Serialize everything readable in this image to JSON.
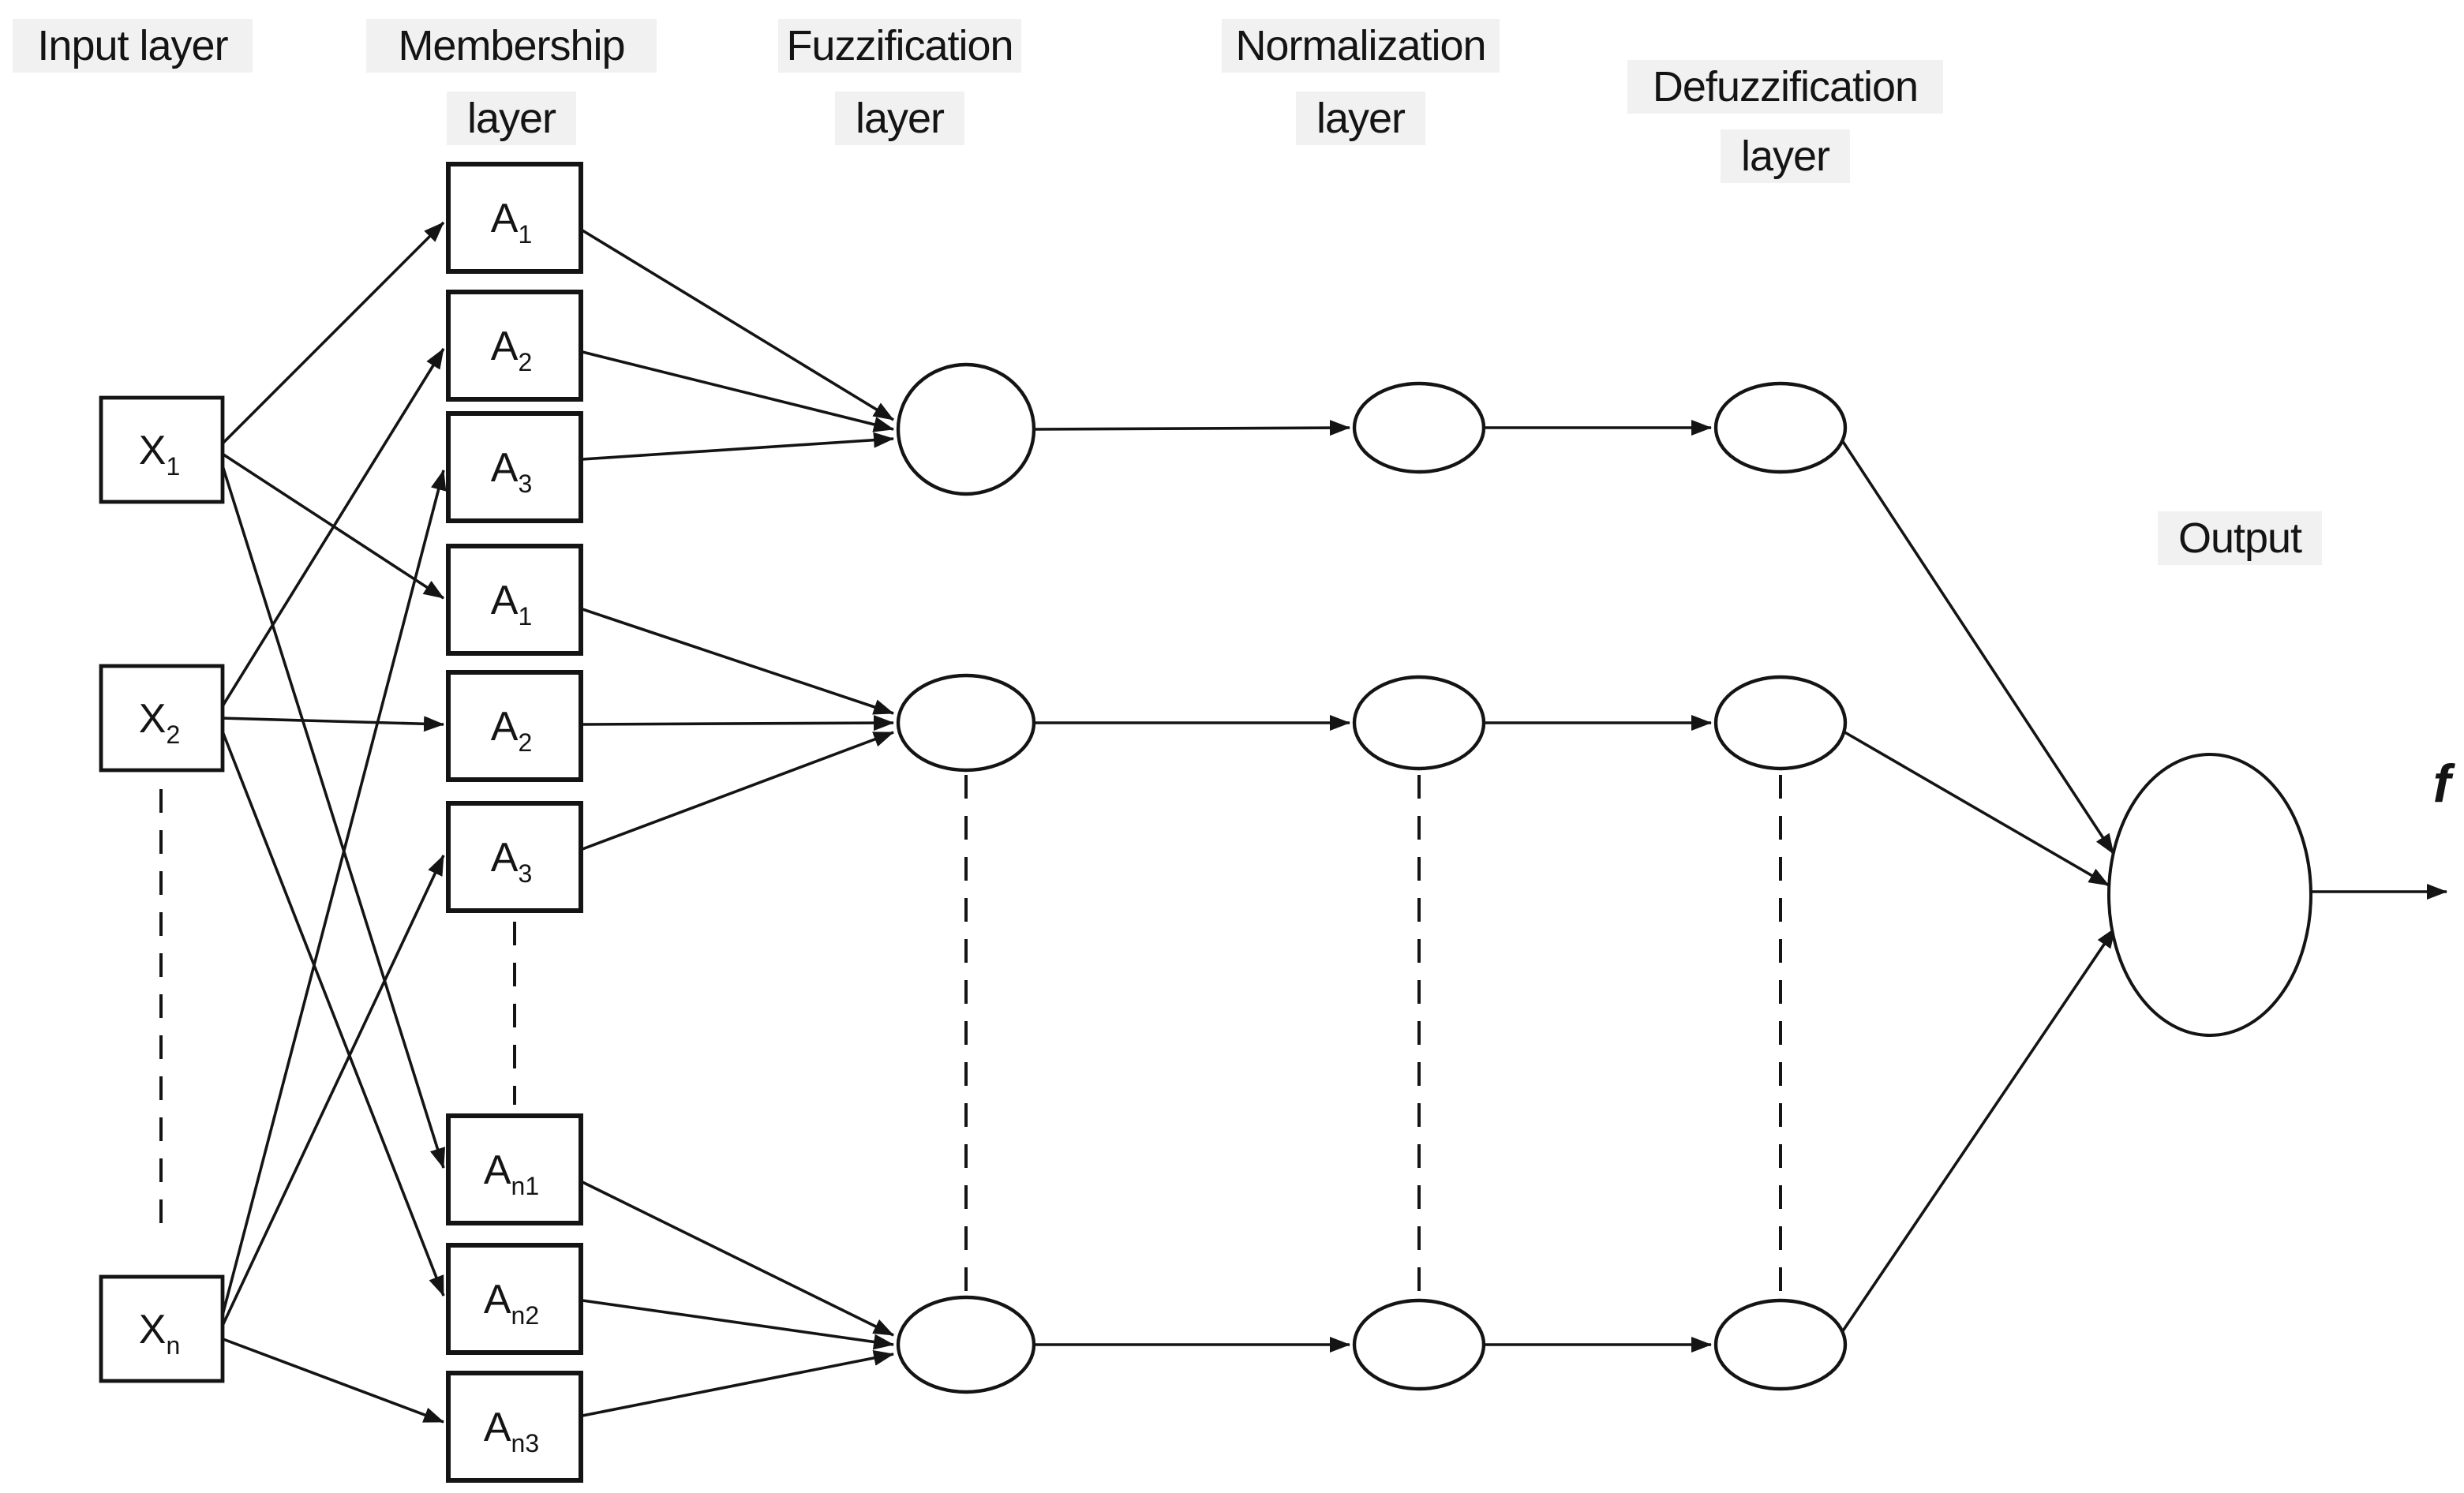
{
  "headers": {
    "input": {
      "line1": "Input layer"
    },
    "membership": {
      "line1": "Membership",
      "line2": "layer"
    },
    "fuzzification": {
      "line1": "Fuzzification",
      "line2": "layer"
    },
    "normalization": {
      "line1": "Normalization",
      "line2": "layer"
    },
    "defuzzification": {
      "line1": "Defuzzification",
      "line2": "layer"
    },
    "output": {
      "line1": "Output"
    }
  },
  "nodes": {
    "inputs": [
      {
        "id": "x1",
        "main": "X",
        "sub": "1"
      },
      {
        "id": "x2",
        "main": "X",
        "sub": "2"
      },
      {
        "id": "xn",
        "main": "X",
        "sub": "n"
      }
    ],
    "membership": [
      {
        "id": "a1",
        "main": "A",
        "sub": "1"
      },
      {
        "id": "a2",
        "main": "A",
        "sub": "2"
      },
      {
        "id": "a3",
        "main": "A",
        "sub": "3"
      },
      {
        "id": "a1b",
        "main": "A",
        "sub": "1"
      },
      {
        "id": "a2b",
        "main": "A",
        "sub": "2"
      },
      {
        "id": "a3b",
        "main": "A",
        "sub": "3"
      },
      {
        "id": "an1",
        "main": "A",
        "sub": "n1"
      },
      {
        "id": "an2",
        "main": "A",
        "sub": "n2"
      },
      {
        "id": "an3",
        "main": "A",
        "sub": "n3"
      }
    ],
    "fuzzification": [
      "f1",
      "f2",
      "f3"
    ],
    "normalization": [
      "n1",
      "n2",
      "n3"
    ],
    "defuzzification": [
      "d1",
      "d2",
      "d3"
    ],
    "output_node": "out"
  },
  "output": {
    "symbol": "f"
  },
  "edges": [
    {
      "from": "x1",
      "to": "a1"
    },
    {
      "from": "x1",
      "to": "a1b"
    },
    {
      "from": "x1",
      "to": "an1"
    },
    {
      "from": "x2",
      "to": "a2"
    },
    {
      "from": "x2",
      "to": "a2b"
    },
    {
      "from": "x2",
      "to": "an2"
    },
    {
      "from": "xn",
      "to": "a3"
    },
    {
      "from": "xn",
      "to": "a3b"
    },
    {
      "from": "xn",
      "to": "an3"
    },
    {
      "from": "a1",
      "to": "f1"
    },
    {
      "from": "a2",
      "to": "f1"
    },
    {
      "from": "a3",
      "to": "f1"
    },
    {
      "from": "a1b",
      "to": "f2"
    },
    {
      "from": "a2b",
      "to": "f2"
    },
    {
      "from": "a3b",
      "to": "f2"
    },
    {
      "from": "an1",
      "to": "f3"
    },
    {
      "from": "an2",
      "to": "f3"
    },
    {
      "from": "an3",
      "to": "f3"
    },
    {
      "from": "f1",
      "to": "n1"
    },
    {
      "from": "f2",
      "to": "n2"
    },
    {
      "from": "f3",
      "to": "n3"
    },
    {
      "from": "n1",
      "to": "d1"
    },
    {
      "from": "n2",
      "to": "d2"
    },
    {
      "from": "n3",
      "to": "d3"
    },
    {
      "from": "d1",
      "to": "out"
    },
    {
      "from": "d2",
      "to": "out"
    },
    {
      "from": "d3",
      "to": "out"
    },
    {
      "from": "out",
      "to": "f"
    }
  ],
  "colors": {
    "ink": "#141414",
    "node_fill": "#ffffff",
    "label_highlight": "#f1f1f1"
  }
}
